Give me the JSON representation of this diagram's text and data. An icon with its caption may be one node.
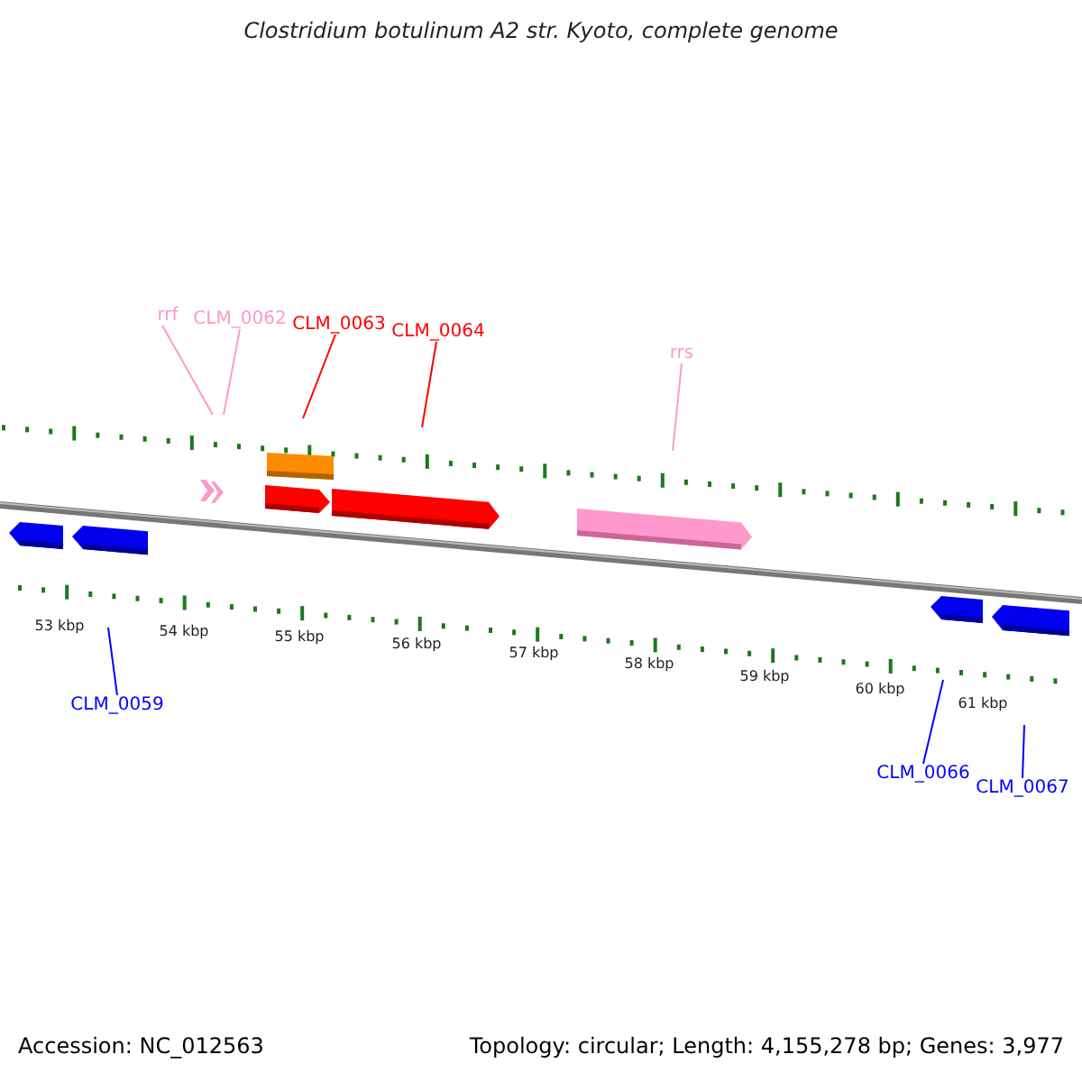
{
  "diagram": {
    "title": "Clostridium botulinum A2 str. Kyoto, complete genome",
    "nodes": [
      {
        "text": [
          "rrf"
        ]
      },
      {
        "text": [
          "CLM_0062"
        ]
      },
      {
        "text": [
          "CLM_0063"
        ]
      },
      {
        "text": [
          "CLM_0064"
        ]
      },
      {
        "text": [
          "rrs"
        ]
      },
      {
        "text": [
          "CLM_0059"
        ]
      },
      {
        "text": [
          "CLM_0066"
        ]
      },
      {
        "text": [
          "CLM_0067"
        ]
      }
    ],
    "edges": [
      {
        "from": 0,
        "to": null,
        "arrow": "none",
        "color": "#ff99cc"
      },
      {
        "from": 1,
        "to": null,
        "arrow": "none",
        "color": "#ff99cc"
      },
      {
        "from": 2,
        "to": null,
        "arrow": "none",
        "color": "#ff0000"
      },
      {
        "from": 3,
        "to": null,
        "arrow": "none",
        "color": "#ff0000"
      },
      {
        "from": 4,
        "to": null,
        "arrow": "none",
        "color": "#ff99cc"
      },
      {
        "from": 5,
        "to": null,
        "arrow": "none",
        "color": "#0000ff"
      },
      {
        "from": 6,
        "to": null,
        "arrow": "none",
        "color": "#0000ff"
      },
      {
        "from": 7,
        "to": null,
        "arrow": "none",
        "color": "#0000ff"
      }
    ],
    "labels": [
      "53 kbp",
      "54 kbp",
      "55 kbp",
      "56 kbp",
      "57 kbp",
      "58 kbp",
      "59 kbp",
      "60 kbp",
      "61 kbp",
      "Accession: NC_012563",
      "Topology: circular; Length: 4,155,278 bp; Genes: 3,977"
    ]
  }
}
